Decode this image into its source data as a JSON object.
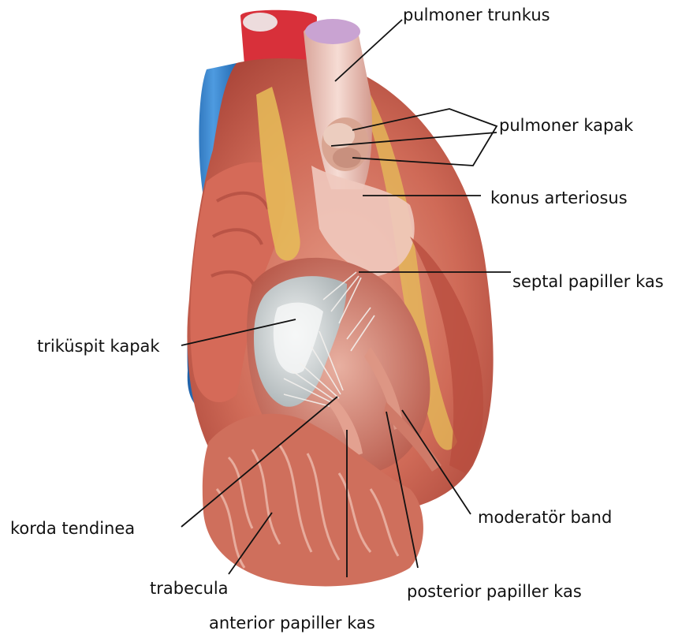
{
  "labels": {
    "pulmoner_trunkus": "pulmoner trunkus",
    "pulmoner_kapak": "pulmoner kapak",
    "konus_arteriosus": "konus arteriosus",
    "septal_papiller_kas": "septal papiller kas",
    "trikuspit_kapak": "triküspit kapak",
    "korda_tendinea": "korda tendinea",
    "moderator_band": "moderatör band",
    "trabecula": "trabecula",
    "posterior_papiller_kas": "posterior papiller kas",
    "anterior_papiller_kas": "anterior papiller kas"
  },
  "colors": {
    "myocardium": "#c65a4a",
    "myocardium_light": "#e8a898",
    "aorta": "#d9303a",
    "vena_cava": "#2b7cc9",
    "pulmonary_trunk": "#efc7bd",
    "pulmonary_tip": "#c9a3d2",
    "fat": "#e8c25a",
    "valve": "#dfe3e4",
    "leader": "#111111"
  }
}
